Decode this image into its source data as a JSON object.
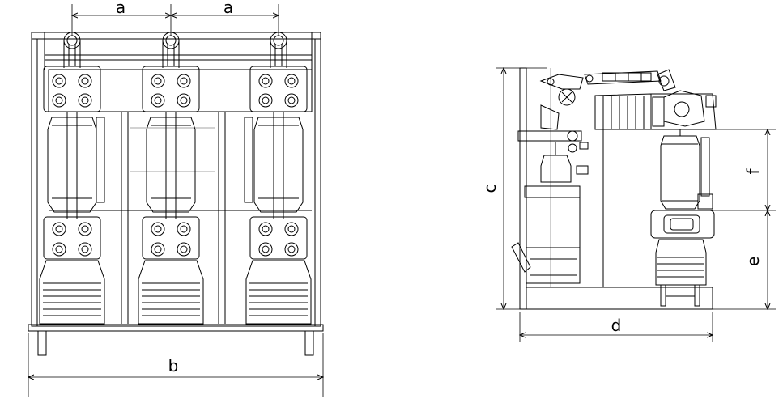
{
  "front_view": {
    "dimensions": {
      "a_left": "a",
      "a_right": "a",
      "b": "b"
    }
  },
  "side_view": {
    "dimensions": {
      "c": "c",
      "d": "d",
      "e": "e",
      "f": "f"
    }
  },
  "colors": {
    "line": "#000000",
    "background": "#ffffff"
  }
}
